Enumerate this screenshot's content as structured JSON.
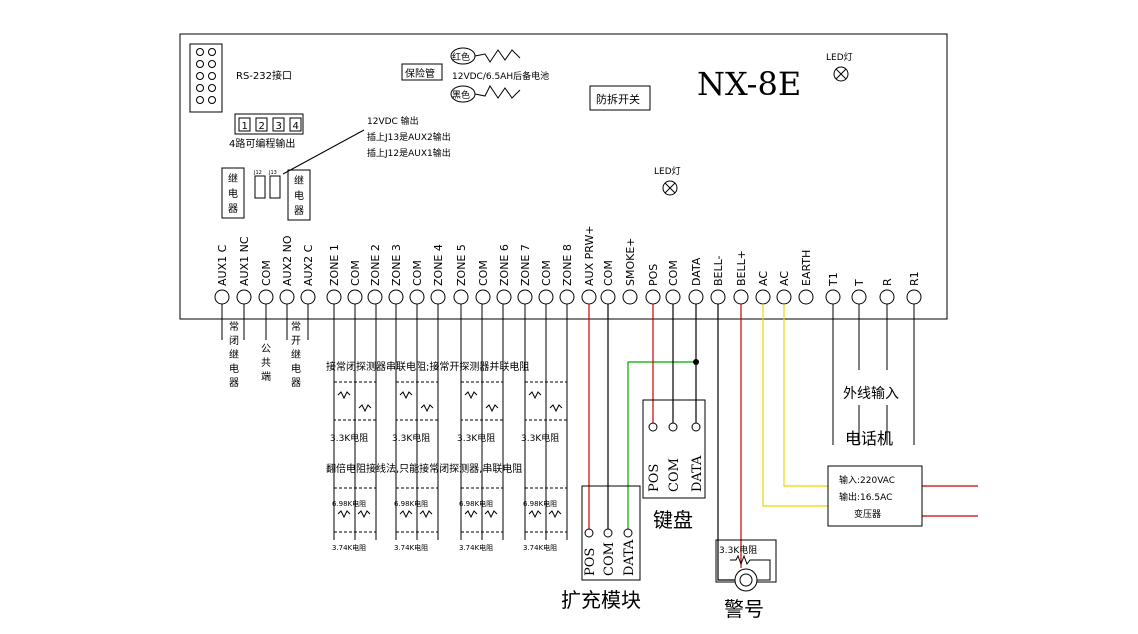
{
  "panel": {
    "model": "NX-8E",
    "rs232_label": "RS-232接口",
    "fuse_label": "保险管",
    "red_label": "红色",
    "black_label": "黑色",
    "battery_label": "12VDC/6.5AH后备电池",
    "tamper_label": "防拆开关",
    "led_top_label": "LED灯",
    "led_mid_label": "LED灯",
    "prog_outputs_label": "4路可编程输出",
    "prog_numbers": [
      "1",
      "2",
      "3",
      "4"
    ],
    "note_lines": [
      "12VDC 输出",
      "插上J13是AUX2输出",
      "插上J12是AUX1输出"
    ],
    "jumpers": [
      "J12",
      "J13"
    ],
    "relay_chars": [
      "继",
      "电",
      "器"
    ]
  },
  "terminals": [
    "AUX1 C",
    "AUX1 NC",
    "COM",
    "AUX2 NO",
    "AUX2 C",
    "ZONE 1",
    "COM",
    "ZONE 2",
    "ZONE 3",
    "COM",
    "ZONE 4",
    "ZONE 5",
    "COM",
    "ZONE 6",
    "ZONE 7",
    "COM",
    "ZONE 8",
    "AUX PRW+",
    "COM",
    "SMOKE+",
    "POS",
    "COM",
    "DATA",
    "BELL-",
    "BELL+",
    "AC",
    "AC",
    "EARTH",
    "T1",
    "T",
    "R",
    "R1"
  ],
  "below_labels": {
    "nc_relay": [
      "常",
      "闭",
      "继",
      "电",
      "器"
    ],
    "common": [
      "公",
      "共",
      "端"
    ],
    "no_relay": [
      "常",
      "开",
      "继",
      "电",
      "器"
    ]
  },
  "zone_notes": {
    "line1": "接常闭探测器串联电阻;接常开探测器并联电阻",
    "line2": "翻倍电阻接线法,只能接常闭探测器,串联电阻",
    "res_33k": "3.3K电阻",
    "res_698k": "6.98K电阻",
    "res_374k": "3.74K电阻"
  },
  "keypad": {
    "label": "键盘",
    "pins": [
      "POS",
      "COM",
      "DATA"
    ]
  },
  "expansion": {
    "label": "扩充模块",
    "pins": [
      "POS",
      "COM",
      "DATA"
    ]
  },
  "siren": {
    "label": "警号",
    "res_label": "3.3K电阻"
  },
  "transformer": {
    "lines": [
      "输入:220VAC",
      "输出:16.5AC",
      "变压器"
    ]
  },
  "phone": {
    "external_label": "外线输入",
    "phone_label": "电话机"
  },
  "colors": {
    "red": "#cc0000",
    "green": "#00aa00",
    "yellow": "#e6d800",
    "line": "#000000"
  }
}
